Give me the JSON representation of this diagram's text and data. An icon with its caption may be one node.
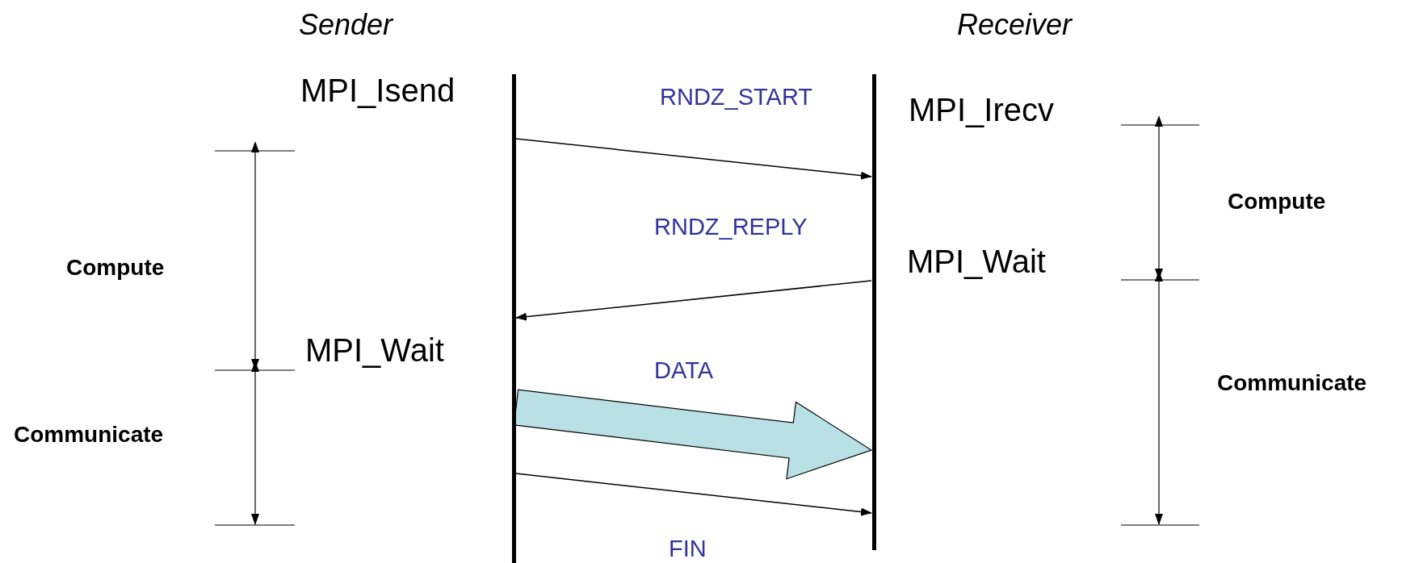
{
  "diagram": {
    "nodes": [
      {
        "text": [
          "Sender"
        ]
      },
      {
        "text": [
          "Receiver"
        ]
      }
    ],
    "edges": [
      {
        "from": 0,
        "to": 1,
        "arrow": "to",
        "label": "RNDZ_START"
      },
      {
        "from": 1,
        "to": 0,
        "arrow": "to",
        "label": "RNDZ_REPLY"
      },
      {
        "from": 0,
        "to": 1,
        "arrow": "to",
        "label": "DATA",
        "style": "thick",
        "color": "#b9e0e4"
      },
      {
        "from": 0,
        "to": 1,
        "arrow": "to",
        "label": "FIN"
      }
    ],
    "labels": [
      "MPI_Isend",
      "MPI_Irecv",
      "Compute",
      "MPI_Wait",
      "Compute",
      "MPI_Wait",
      "Communicate",
      "Communicate"
    ]
  }
}
